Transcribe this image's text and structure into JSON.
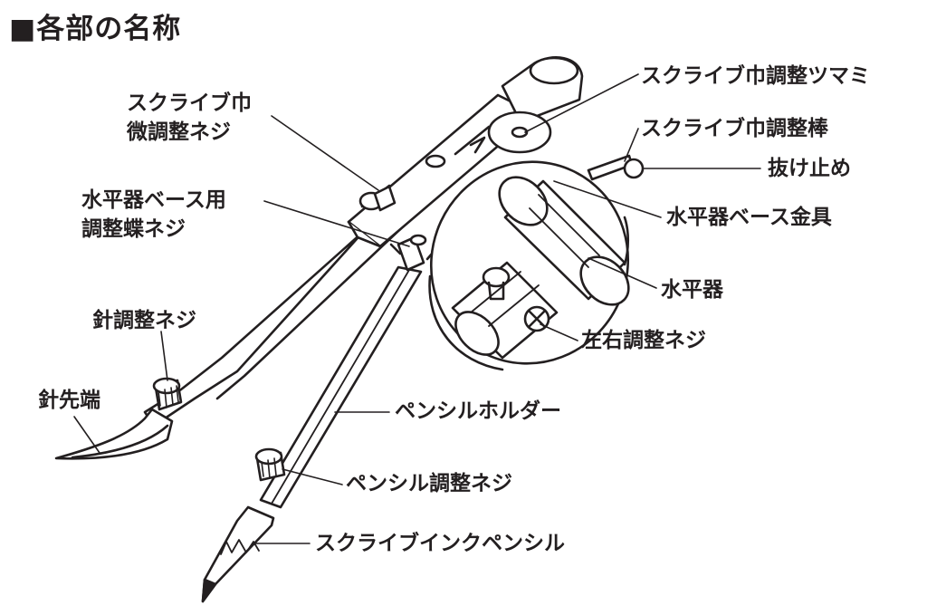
{
  "title": "■各部の名称",
  "labels": {
    "scribe_width_knob": "スクライブ巾調整ツマミ",
    "scribe_fine_screw_line1": "スクライブ巾",
    "scribe_fine_screw_line2": "微調整ネジ",
    "scribe_width_rod": "スクライブ巾調整棒",
    "stopper": "抜け止め",
    "level_base_screw_line1": "水平器ベース用",
    "level_base_screw_line2": "調整蝶ネジ",
    "level_base_bracket": "水平器ベース金具",
    "level": "水平器",
    "needle_screw": "針調整ネジ",
    "lr_screw": "左右調整ネジ",
    "needle_tip": "針先端",
    "pencil_holder": "ペンシルホルダー",
    "pencil_screw": "ペンシル調整ネジ",
    "scribe_pencil": "スクライブインクペンシル"
  },
  "colors": {
    "ink": "#231f20",
    "paper": "#ffffff"
  }
}
